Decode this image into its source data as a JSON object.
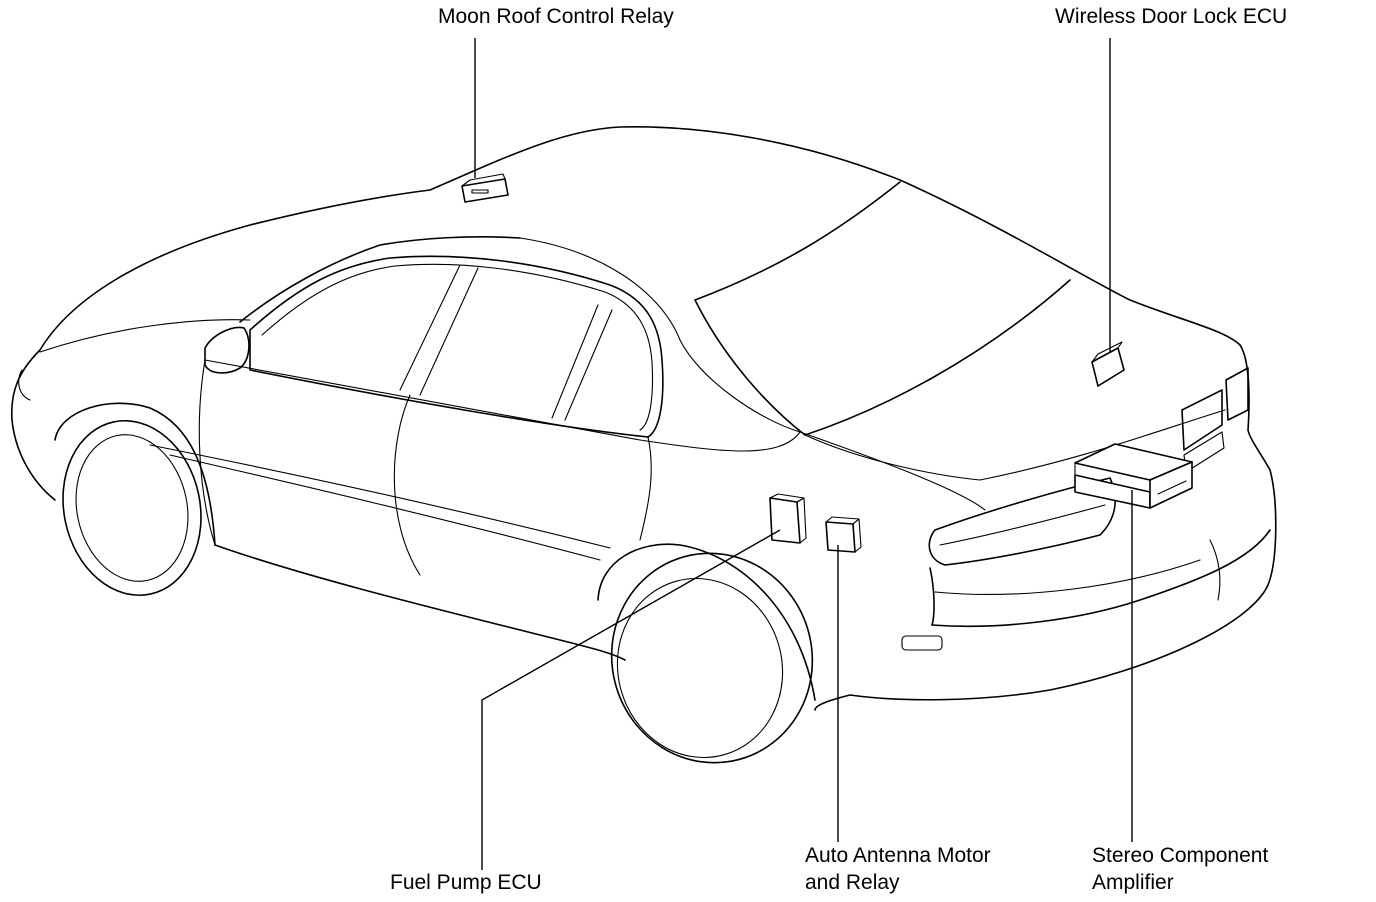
{
  "diagram": {
    "labels": {
      "moon_roof_control_relay": "Moon Roof Control Relay",
      "wireless_door_lock_ecu": "Wireless Door Lock ECU",
      "fuel_pump_ecu": "Fuel Pump ECU",
      "auto_antenna_motor_line1": "Auto Antenna Motor",
      "auto_antenna_motor_line2": "and Relay",
      "stereo_component_amplifier_line1": "Stereo Component",
      "stereo_component_amplifier_line2": "Amplifier"
    },
    "colors": {
      "line": "#000000",
      "background": "#ffffff"
    }
  }
}
